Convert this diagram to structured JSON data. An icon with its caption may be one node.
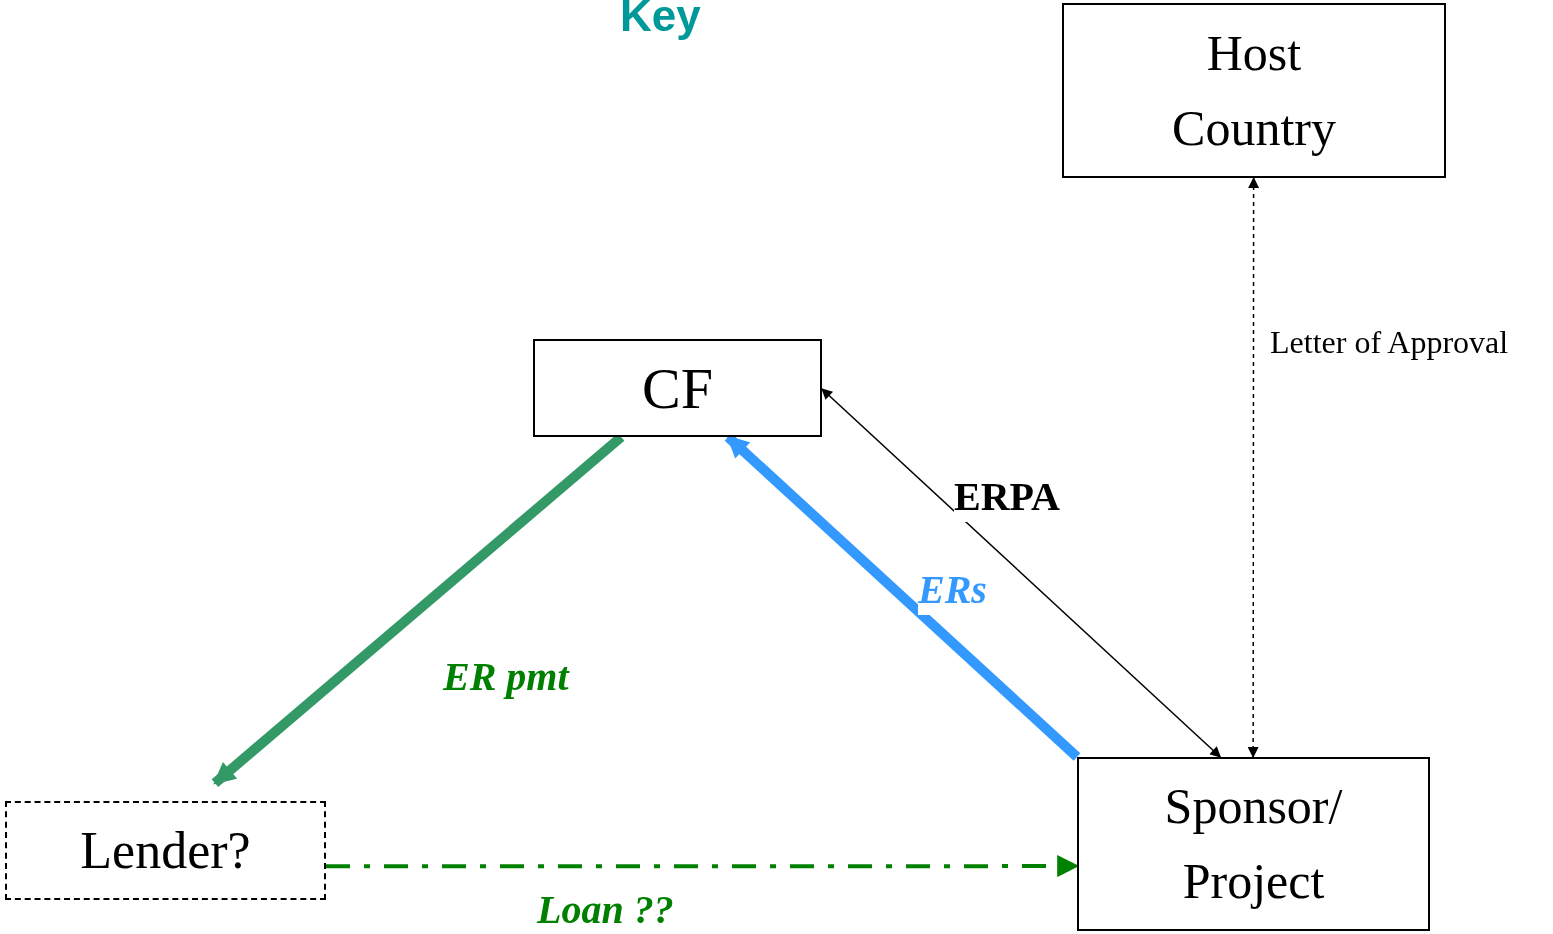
{
  "diagram": {
    "title": "Key",
    "nodes": [
      {
        "text": [
          "Host Country"
        ]
      },
      {
        "text": [
          "CF"
        ]
      },
      {
        "text": [
          "Lender?"
        ]
      },
      {
        "text": [
          "Sponsor/ Project"
        ]
      }
    ],
    "edges": [
      {
        "from": 1,
        "to": 2,
        "arrow": "to",
        "label": "ER pmt",
        "style": "thick",
        "color": "#339966"
      },
      {
        "from": 3,
        "to": 1,
        "arrow": "to",
        "label": "ERs",
        "style": "thick",
        "color": "#3399ff"
      },
      {
        "from": 1,
        "to": 3,
        "arrow": "both",
        "label": "ERPA"
      },
      {
        "from": 0,
        "to": 3,
        "arrow": "both",
        "label": "Letter of Approval",
        "style": "dashed"
      },
      {
        "from": 2,
        "to": 3,
        "arrow": "to",
        "label": "Loan ??",
        "style": "dashed",
        "color": "#008000"
      }
    ]
  }
}
